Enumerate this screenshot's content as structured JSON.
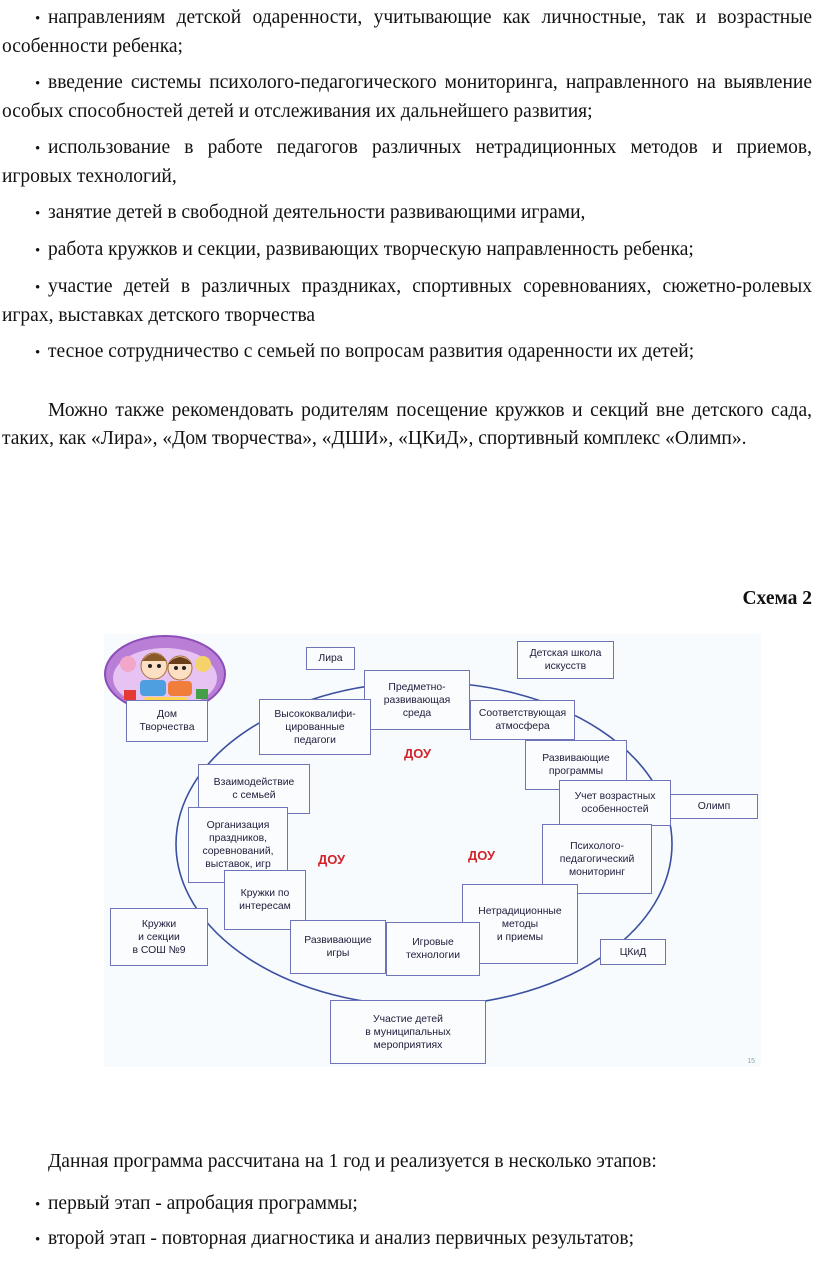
{
  "top_text": {
    "b1": "направлениям детской одаренности, учитывающие как личностные, так и возрастные особенности ребенка;",
    "b2": "введение системы психолого-педагогического мониторинга, направленного на выявление особых способностей детей и отслеживания их дальнейшего развития;",
    "b3": "использование в работе педагогов различных нетрадиционных методов и приемов, игровых технологий,",
    "b4": "занятие детей в свободной деятельности развивающими играми,",
    "b5": "работа кружков и секции, развивающих творческую направленность ребенка;",
    "b6": "участие детей в различных праздниках, спортивных соревнованиях, сюжетно-ролевых играх, выставках детского творчества",
    "b7": "тесное сотрудничество с семьей по вопросам развития одаренности их детей;",
    "para": "Можно также рекомендовать родителям посещение кружков и секций вне детского сада, таких, как «Лира», «Дом творчества», «ДШИ», «ЦКиД», спортивный комплекс «Олимп»."
  },
  "schema_title": "Схема 2",
  "diagram": {
    "dou_label": "ДОУ",
    "slide_number": "15",
    "boxes": {
      "lira": "Лира",
      "dshi": "Детская школа\nискусств",
      "dom": "Дом\nТворчества",
      "sreda": "Предметно-\nразвивающая\nсреда",
      "pedagogi": "Высококвалифи-\nцированные\nпедагоги",
      "atmosfera": "Соответствующая\nатмосфера",
      "programmy": "Развивающие\nпрограммы",
      "semya": "Взаимодействие\nс семьей",
      "vozrast": "Учет возрастных\nособенностей",
      "olimp": "Олимп",
      "prazdniki": "Организация\nпраздников,\nсоревнований,\nвыставок, игр",
      "monitoring": "Психолого-\nпедагогический\nмониторинг",
      "kruzhki_int": "Кружки по\nинтересам",
      "metody": "Нетрадиционные\nметоды\nи приемы",
      "sosh": "Кружки\nи секции\nв СОШ №9",
      "igry": "Развивающие\nигры",
      "tehnologii": "Игровые\nтехнологии",
      "ckid": "ЦКиД",
      "uchastie": "Участие детей\nв муниципальных\nмероприятиях"
    }
  },
  "bottom_text": {
    "para": "Данная программа рассчитана на 1 год и реализуется в несколько этапов:",
    "b1": "первый этап - апробация программы;",
    "b2": "второй этап - повторная диагностика и анализ первичных результатов;"
  }
}
